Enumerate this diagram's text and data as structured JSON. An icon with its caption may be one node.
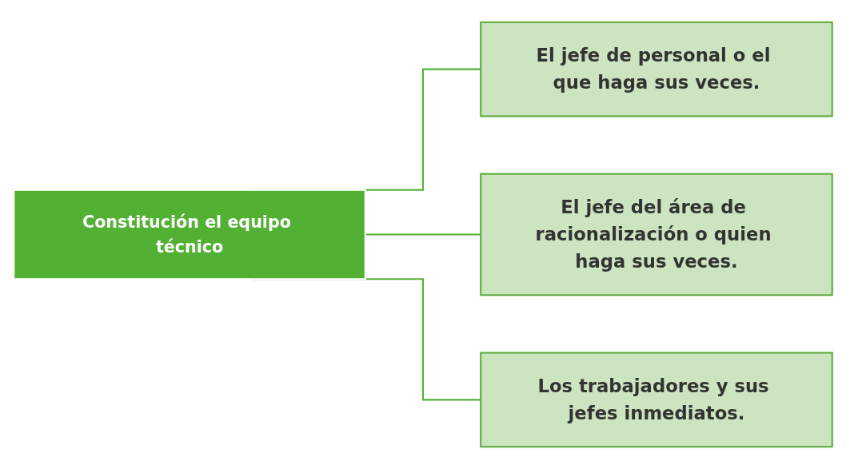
{
  "diagram": {
    "nodes": [
      {
        "text": [
          "Constitución el equipo técnico"
        ]
      },
      {
        "text": [
          "El jefe de personal o el que haga sus veces."
        ]
      },
      {
        "text": [
          "El jefe del área de racionalización o quien haga sus veces."
        ]
      },
      {
        "text": [
          "Los trabajadores y sus jefes inmediatos."
        ]
      }
    ],
    "edges": [
      {
        "from": 0,
        "to": 1,
        "arrow": "none"
      },
      {
        "from": 0,
        "to": 2,
        "arrow": "none"
      },
      {
        "from": 0,
        "to": 3,
        "arrow": "none"
      }
    ]
  }
}
